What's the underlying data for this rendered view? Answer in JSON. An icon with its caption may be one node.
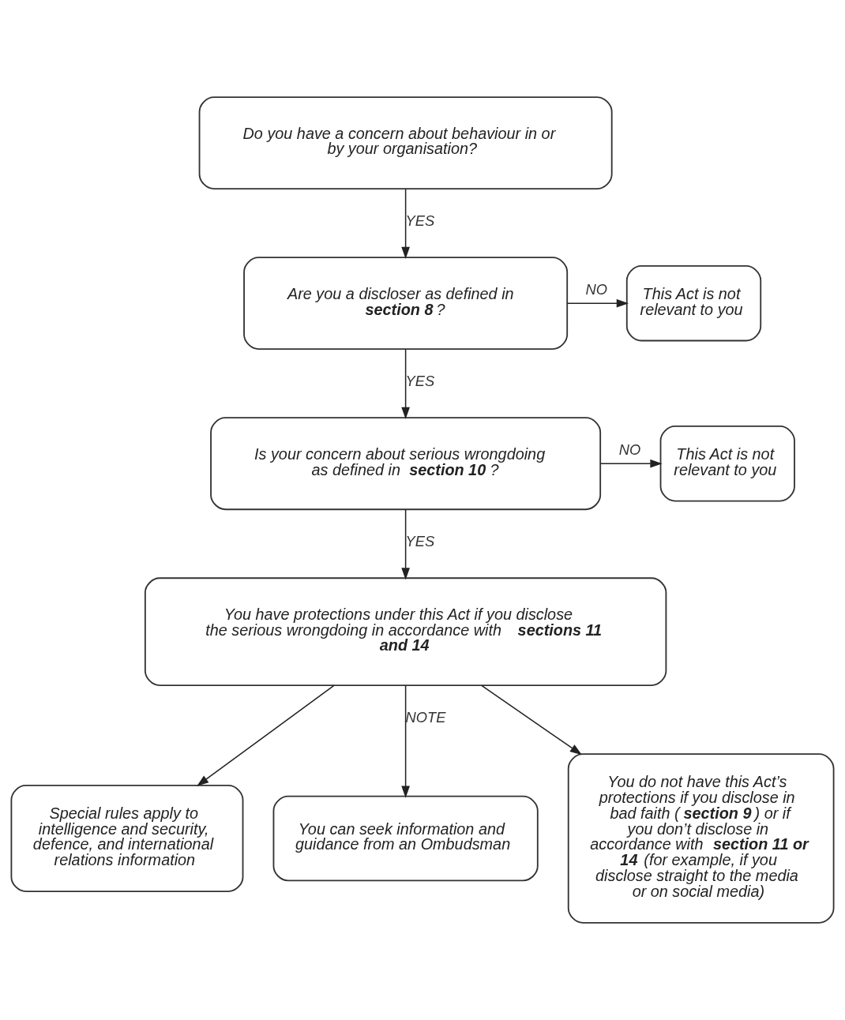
{
  "diagram": {
    "nodes": [
      {
        "text": [
          "Do you have a concern about behaviour in or by your organisation?"
        ]
      },
      {
        "text": [
          "Are you a discloser as defined in **section 8**?"
        ]
      },
      {
        "text": [
          "This Act is not relevant to you"
        ]
      },
      {
        "text": [
          "Is your concern about serious wrongdoing as defined in **section 10**?"
        ]
      },
      {
        "text": [
          "This Act is not relevant to you"
        ]
      },
      {
        "text": [
          "You have protections under this Act if you disclose the serious wrongdoing in accordance with **sections 11 and 14**"
        ]
      },
      {
        "text": [
          "Special rules apply to intelligence and security, defence, and international relations information"
        ]
      },
      {
        "text": [
          "You can seek information and guidance from an Ombudsman"
        ]
      },
      {
        "text": [
          "You do not have this Act’s protections if you disclose in bad faith (**section 9**) or if you don’t disclose in accordance with **section 11 or 14** (for example, if you disclose straight to the media or on social media)"
        ]
      }
    ],
    "edges": [
      {
        "from": 0,
        "to": 1,
        "arrow": "to",
        "label": "YES"
      },
      {
        "from": 1,
        "to": 2,
        "arrow": "to",
        "label": "NO"
      },
      {
        "from": 1,
        "to": 3,
        "arrow": "to",
        "label": "YES"
      },
      {
        "from": 3,
        "to": 4,
        "arrow": "to",
        "label": "NO"
      },
      {
        "from": 3,
        "to": 5,
        "arrow": "to",
        "label": "YES"
      },
      {
        "from": 5,
        "to": 6,
        "arrow": "to"
      },
      {
        "from": 5,
        "to": 7,
        "arrow": "to",
        "label": "NOTE"
      },
      {
        "from": 5,
        "to": 8,
        "arrow": "to"
      }
    ]
  }
}
